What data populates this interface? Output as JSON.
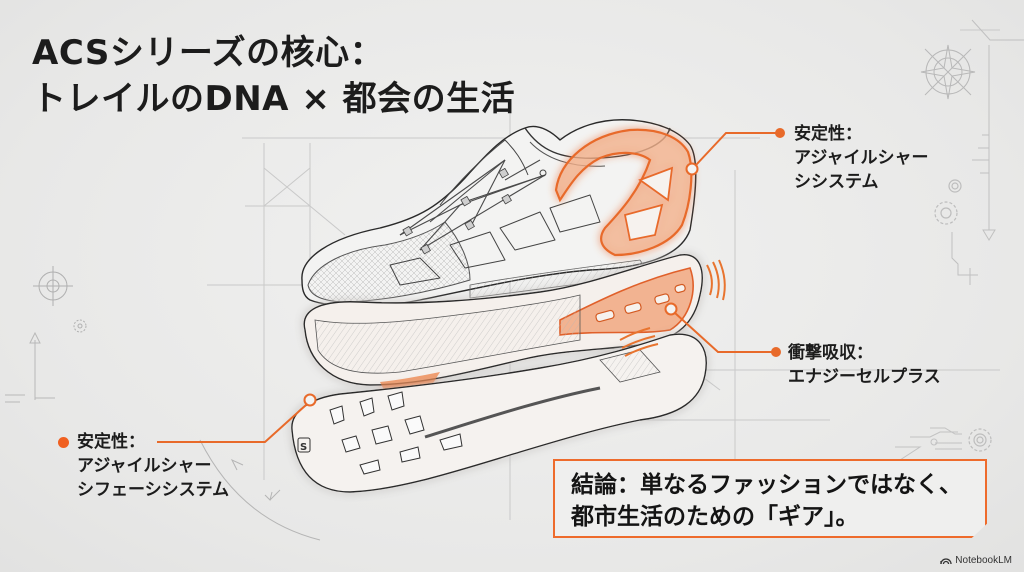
{
  "slide": {
    "title_lines": [
      "ACSシリーズの核心：",
      "トレイルのDNA × 都会の生活"
    ],
    "accent_color": "#ee6b2c",
    "background_color": "#ebebea",
    "illustration": {
      "subject": "exploded-view trail shoe sketch",
      "layers": [
        "upper",
        "heel-stabilizer",
        "midsole-cushion",
        "outsole-lugs"
      ],
      "highlight_color": "#f07030"
    },
    "callouts": [
      {
        "id": "upper-right",
        "heading": "安定性：",
        "lines": [
          "アジャイルシャー",
          "シシステム"
        ]
      },
      {
        "id": "middle-right",
        "heading": "衝撃吸収：",
        "lines": [
          "エナジーセルプラス"
        ]
      },
      {
        "id": "lower-left",
        "heading": "安定性：",
        "lines": [
          "アジャイルシャー",
          "シフェーシシステム"
        ]
      }
    ],
    "conclusion": {
      "lines": [
        "結論：単なるファッションではなく、",
        "都市生活のための「ギア」。"
      ]
    },
    "watermark": {
      "icon": "notebooklm-logo-icon",
      "label": "NotebookLM"
    }
  }
}
